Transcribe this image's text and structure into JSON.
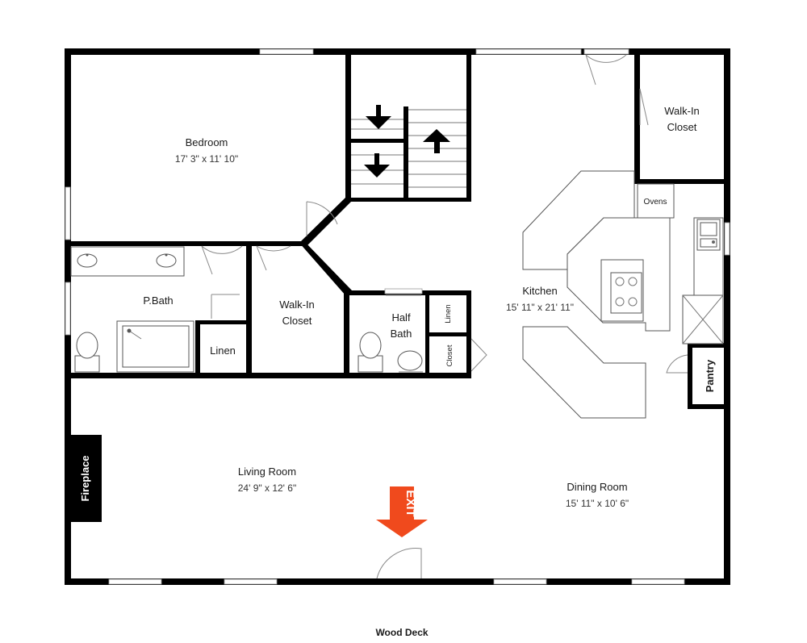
{
  "rooms": {
    "bedroom": {
      "name": "Bedroom",
      "dims": "17' 3\" x 11' 10\""
    },
    "kitchen": {
      "name": "Kitchen",
      "dims": "15' 11\" x 21' 11\""
    },
    "living": {
      "name": "Living Room",
      "dims": "24' 9\" x 12' 6\""
    },
    "dining": {
      "name": "Dining Room",
      "dims": "15' 11\" x 10' 6\""
    },
    "pbath": {
      "name": "P.Bath"
    },
    "walkin_a": {
      "line1": "Walk-In",
      "line2": "Closet"
    },
    "walkin_b": {
      "line1": "Walk-In",
      "line2": "Closet"
    },
    "halfbath": {
      "line1": "Half",
      "line2": "Bath"
    },
    "linen_a": {
      "name": "Linen"
    },
    "linen_b": {
      "name": "Linen"
    },
    "closet": {
      "name": "Closet"
    },
    "pantry": {
      "name": "Pantry"
    },
    "ovens": {
      "name": "Ovens"
    },
    "fireplace": {
      "name": "Fireplace"
    }
  },
  "exit": {
    "label": "EXIT",
    "color": "#f04a1d"
  },
  "outside": {
    "label": "Wood Deck"
  },
  "colors": {
    "wall": "#000000",
    "fixture_stroke": "#555555"
  }
}
